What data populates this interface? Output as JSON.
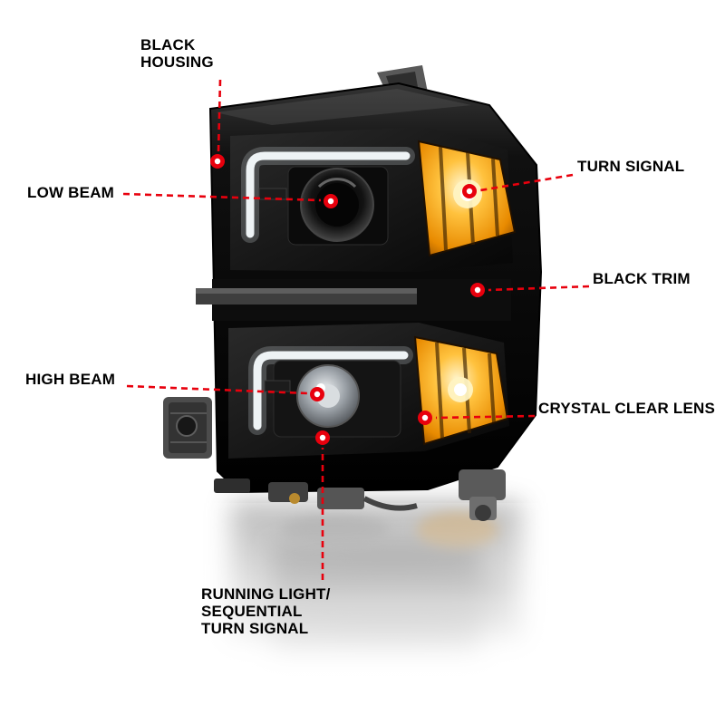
{
  "page": {
    "background": "#ffffff"
  },
  "colors": {
    "callout_red": "#e8000d",
    "label_text": "#000000",
    "amber_lens": "#f6a11a",
    "housing_black": "#0a0a0a",
    "light_bar_white": "#f2f6f8"
  },
  "callouts": {
    "black_housing": {
      "label": "BLACK\nHOUSING"
    },
    "low_beam": {
      "label": "LOW BEAM"
    },
    "turn_signal": {
      "label": "TURN SIGNAL"
    },
    "black_trim": {
      "label": "BLACK TRIM"
    },
    "high_beam": {
      "label": "HIGH BEAM"
    },
    "crystal_clear_lens": {
      "label": "CRYSTAL CLEAR LENS"
    },
    "running_light": {
      "label": "RUNNING LIGHT/\nSEQUENTIAL\nTURN SIGNAL"
    }
  },
  "image": {
    "alt": "Black housing dual-projector truck headlight assembly with C-shaped LED light bars, amber turn signals and floor reflection"
  }
}
